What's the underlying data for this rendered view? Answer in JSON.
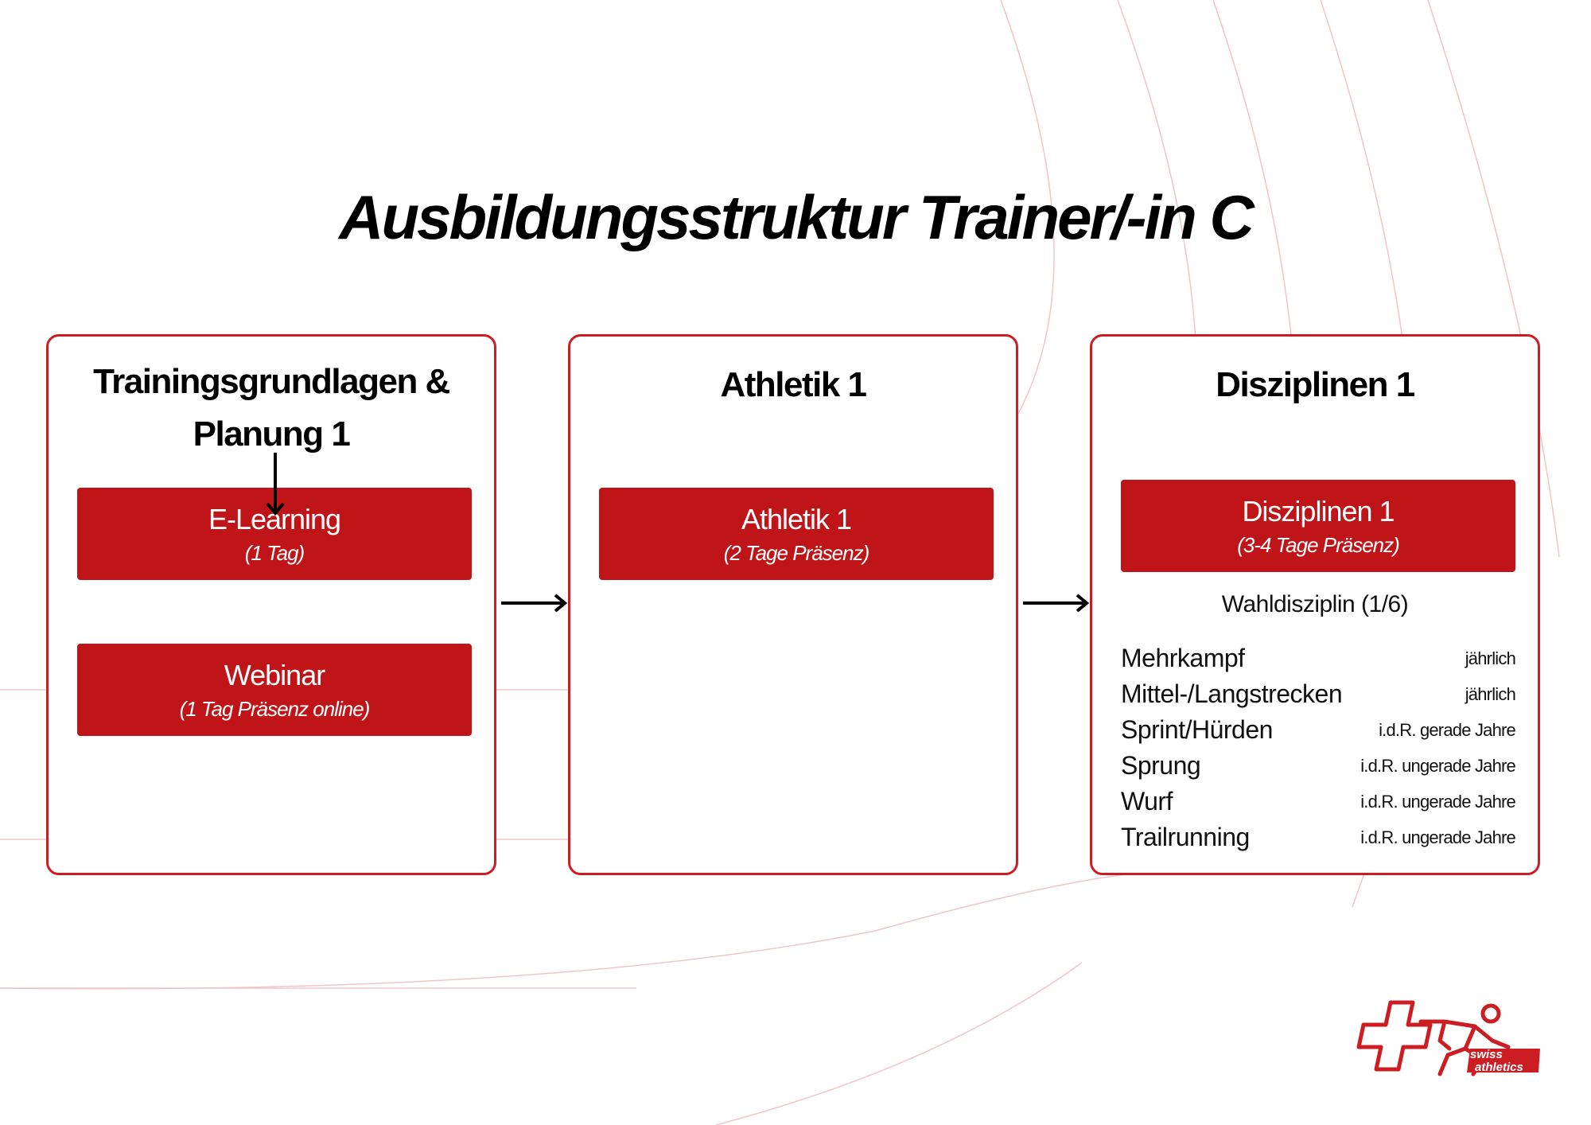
{
  "title": "Ausbildungsstruktur Trainer/-in C",
  "colors": {
    "accent": "#cc1e22",
    "box": "#bf1519",
    "track_lines": "#f1c5c7"
  },
  "columns": [
    {
      "title_line1": "Trainingsgrundlagen &",
      "title_line2": "Planung 1",
      "boxes": [
        {
          "title": "E-Learning",
          "subtitle": "(1 Tag)"
        },
        {
          "title": "Webinar",
          "subtitle": "(1 Tag Präsenz online)"
        }
      ]
    },
    {
      "title": "Athletik 1",
      "boxes": [
        {
          "title": "Athletik 1",
          "subtitle": "(2 Tage Präsenz)"
        }
      ]
    },
    {
      "title": "Disziplinen 1",
      "boxes": [
        {
          "title": "Disziplinen 1",
          "subtitle": "(3-4 Tage Präsenz)"
        }
      ],
      "wahl_label": "Wahldisziplin (1/6)",
      "disciplines": [
        {
          "name": "Mehrkampf",
          "frequency": "jährlich"
        },
        {
          "name": "Mittel-/Langstrecken",
          "frequency": "jährlich"
        },
        {
          "name": "Sprint/Hürden",
          "frequency": "i.d.R. gerade Jahre"
        },
        {
          "name": "Sprung",
          "frequency": "i.d.R. ungerade Jahre"
        },
        {
          "name": "Wurf",
          "frequency": "i.d.R. ungerade Jahre"
        },
        {
          "name": "Trailrunning",
          "frequency": "i.d.R. ungerade Jahre"
        }
      ]
    }
  ],
  "logo": {
    "line1": "swiss",
    "line2": "athletics"
  }
}
